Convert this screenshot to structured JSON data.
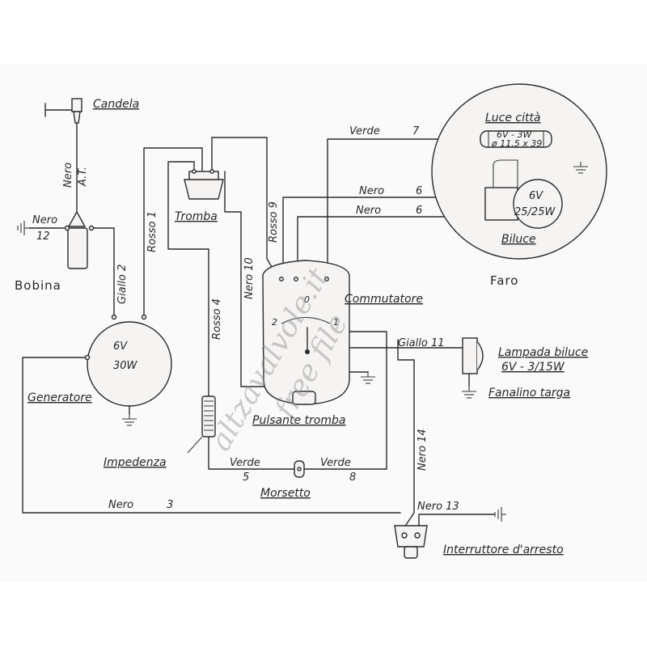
{
  "labels": {
    "candela": "Candela",
    "nero_at": "Nero",
    "at": "A.T.",
    "nero12_nero": "Nero",
    "nero12_num": "12",
    "bobina": "Bobina",
    "giallo2": "Giallo 2",
    "rosso1": "Rosso 1",
    "tromba": "Tromba",
    "rosso9": "Rosso 9",
    "nero10": "Nero 10",
    "rosso4": "Rosso 4",
    "gen_6v": "6V",
    "gen_30w": "30W",
    "generatore": "Generatore",
    "impedenza": "Impedenza",
    "verde5": "Verde",
    "verde5_num": "5",
    "verde8": "Verde",
    "verde8_num": "8",
    "morsetto": "Morsetto",
    "pulsante": "Pulsante tromba",
    "commutatore": "Commutatore",
    "comm_0": "0",
    "comm_1": "1",
    "comm_2": "2",
    "verde7": "Verde",
    "verde7_num": "7",
    "nero6a": "Nero",
    "nero6a_num": "6",
    "nero6b": "Nero",
    "nero6b_num": "6",
    "luce_citta": "Luce città",
    "lc_spec1": "6V - 3W",
    "lc_spec2": "ø 11,5 x 39",
    "bulb_6v": "6V",
    "bulb_spec": "25/25W",
    "biluce": "Biluce",
    "faro": "Faro",
    "giallo11": "Giallo 11",
    "lampada": "Lampada biluce",
    "lampada_spec": "6V - 3/15W",
    "fanalino": "Fanalino targa",
    "nero14": "Nero 14",
    "nero3": "Nero",
    "nero3_num": "3",
    "nero13": "Nero 13",
    "interruttore": "Interruttore d'arresto"
  },
  "watermark": {
    "line1": "altzavalvole.it",
    "line2": "free file"
  },
  "icons": {
    "ground": "ground-icon",
    "spark_plug": "spark-plug-icon",
    "coil": "ignition-coil-icon",
    "horn": "horn-icon",
    "bulb": "bulb-icon",
    "switch": "switch-icon"
  }
}
